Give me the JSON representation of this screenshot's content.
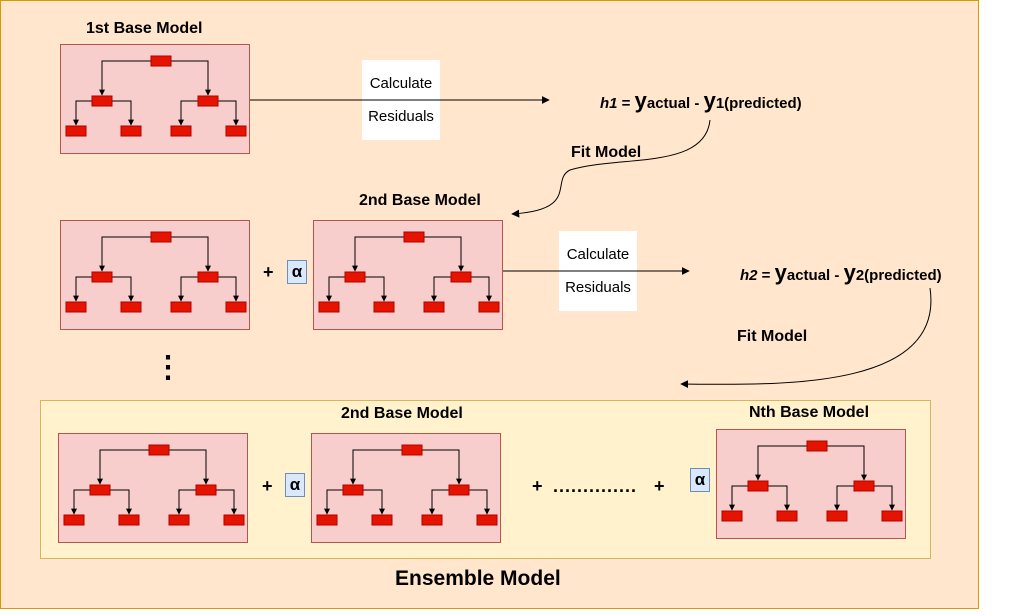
{
  "labels": {
    "first_base_model": "1st Base Model",
    "second_base_model_row2": "2nd Base Model",
    "second_base_model_ensemble": "2nd Base Model",
    "nth_base_model": "Nth Base Model",
    "fit_model_1": "Fit Model",
    "fit_model_2": "Fit Model",
    "ensemble_model": "Ensemble Model"
  },
  "calc_residuals": {
    "line1": "Calculate",
    "line2": "Residuals"
  },
  "formula1": {
    "lhs": "h1",
    "equals": " = ",
    "y": "y",
    "actual_sub": "actual",
    "minus": " - ",
    "y2": "y",
    "pred_sub": "1(predicted)"
  },
  "formula2": {
    "lhs": "h2",
    "equals": " = ",
    "y": "y",
    "actual_sub": "actual",
    "minus": " - ",
    "y2": "y",
    "pred_sub": "2(predicted)"
  },
  "symbols": {
    "plus": "+",
    "alpha": "α",
    "dots": "..............",
    "vdots": "⋮"
  },
  "colors": {
    "background": "#ffe6cc",
    "ensemble_box": "#fff2cc",
    "tree_box": "#f8cecc",
    "tree_node": "#e51400",
    "alpha_box": "#dae8fc"
  }
}
